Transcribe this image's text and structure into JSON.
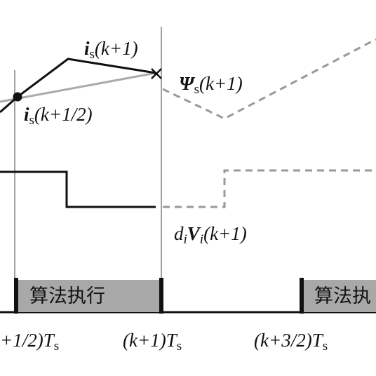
{
  "labels": {
    "is_k1": {
      "main": "i",
      "sub": "s",
      "arg": "(k+1)"
    },
    "is_khalf": {
      "main": "i",
      "sub": "s",
      "arg": "(k+1/2)"
    },
    "psi_k1": {
      "main": "Ψ",
      "sub": "s",
      "arg": "(k+1)"
    },
    "dv_k1": {
      "d": "d",
      "di": "i",
      "v": "V",
      "vi": "i",
      "arg": "(k+1)"
    }
  },
  "blocks": [
    {
      "text": "算法执行"
    },
    {
      "text": "算法执"
    }
  ],
  "ticks": [
    {
      "pre": "+1/2)",
      "T": "T",
      "sub": "s"
    },
    {
      "pre": "(k+1)",
      "T": "T",
      "sub": "s"
    },
    {
      "pre": "(k+3/2)",
      "T": "T",
      "sub": "s"
    }
  ],
  "colors": {
    "ink": "#111111",
    "light_line": "#aaaaaa",
    "dashed": "#999999",
    "block_fill": "#a8a8a8"
  }
}
